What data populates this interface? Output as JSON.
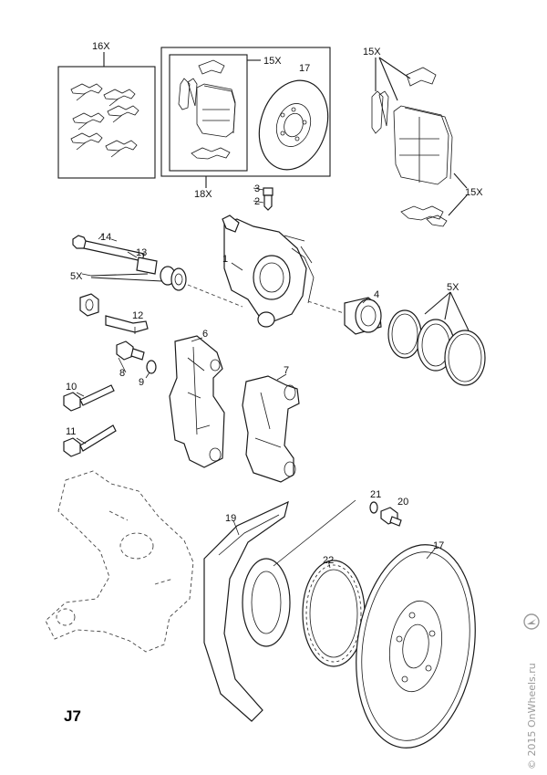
{
  "diagram": {
    "page_code": "J7",
    "watermark": "© 2015 OnWheels.ru",
    "callouts": {
      "c16x": "16X",
      "c18x": "18X",
      "c15x_box": "15X",
      "c17_top": "17",
      "c15x_top": "15X",
      "c15x_right": "15X",
      "c3": "3",
      "c2": "2",
      "c14": "14",
      "c13": "13",
      "c1": "1",
      "c5x_left": "5X",
      "c12": "12",
      "c4": "4",
      "c5x_right": "5X",
      "c6": "6",
      "c7": "7",
      "c8": "8",
      "c9": "9",
      "c10": "10",
      "c11": "11",
      "c21": "21",
      "c20": "20",
      "c19": "19",
      "c22": "22",
      "c17_bottom": "17"
    }
  }
}
